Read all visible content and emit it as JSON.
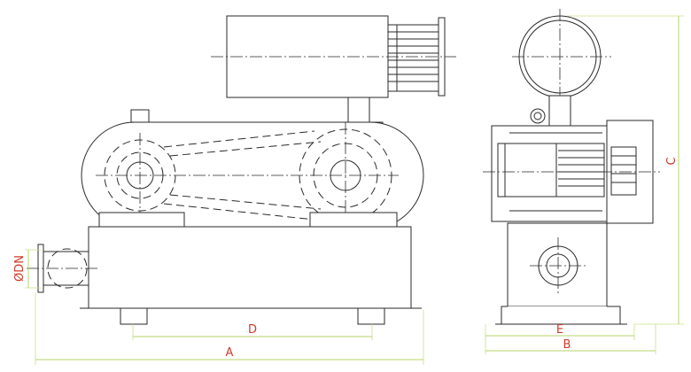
{
  "labels": {
    "a": "A",
    "b": "B",
    "c": "C",
    "d": "D",
    "e": "E",
    "dn": "ØDN"
  },
  "colors": {
    "line": "#2a2a2a",
    "dimension_line": "#b5d46a",
    "dimension_text": "#d03a2a"
  }
}
